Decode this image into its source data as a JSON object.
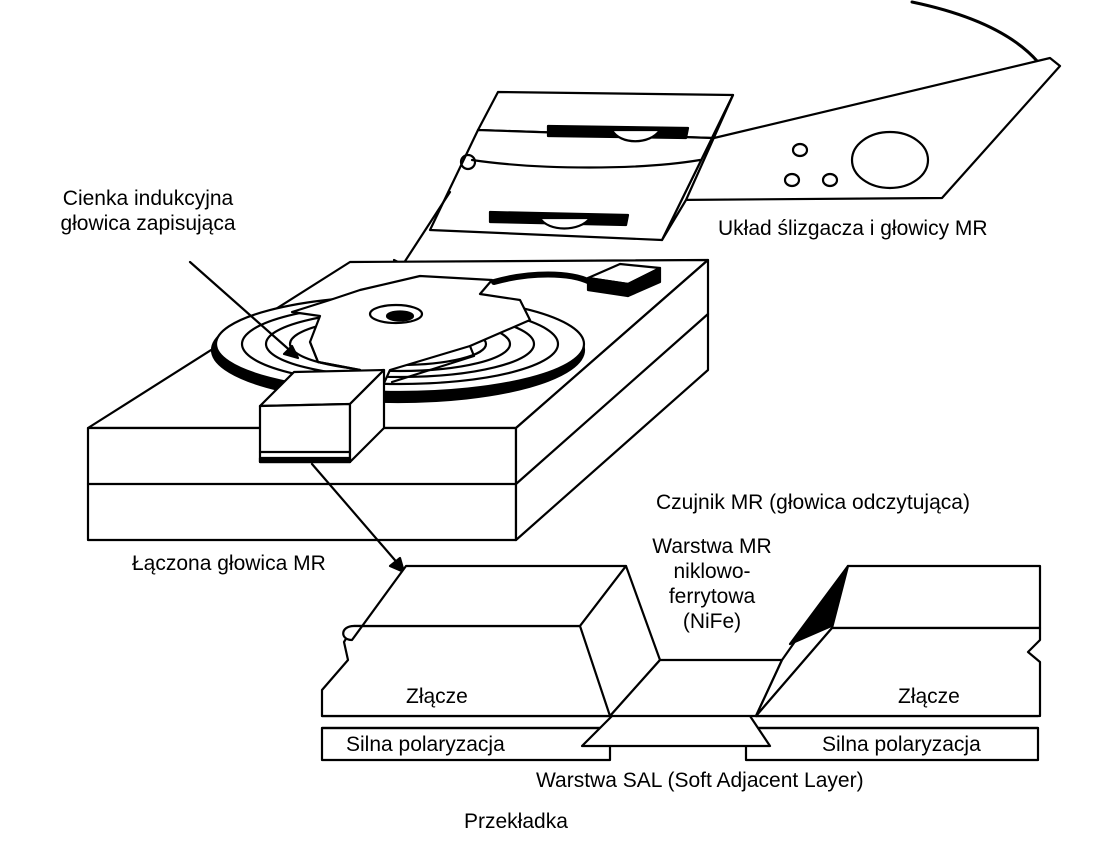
{
  "labels": {
    "thin_inductive_write_head": [
      "Cienka indukcyjna",
      "głowica zapisująca"
    ],
    "slider_mr_head_assembly": "Układ ślizgacza i głowicy MR",
    "mr_sensor_read_head": "Czujnik MR (głowica odczytująca)",
    "combined_mr_head": "Łączona głowica MR",
    "mr_layer_nife": [
      "Warstwa MR",
      "niklowo-",
      "ferrytowa",
      "(NiFe)"
    ],
    "junction_left": "Złącze",
    "junction_right": "Złącze",
    "hard_bias_left": "Silna polaryzacja",
    "hard_bias_right": "Silna polaryzacja",
    "sal_layer": "Warstwa SAL (Soft Adjacent Layer)",
    "spacer": "Przekładka"
  },
  "colors": {
    "ink": "#000000",
    "paper": "#ffffff"
  }
}
